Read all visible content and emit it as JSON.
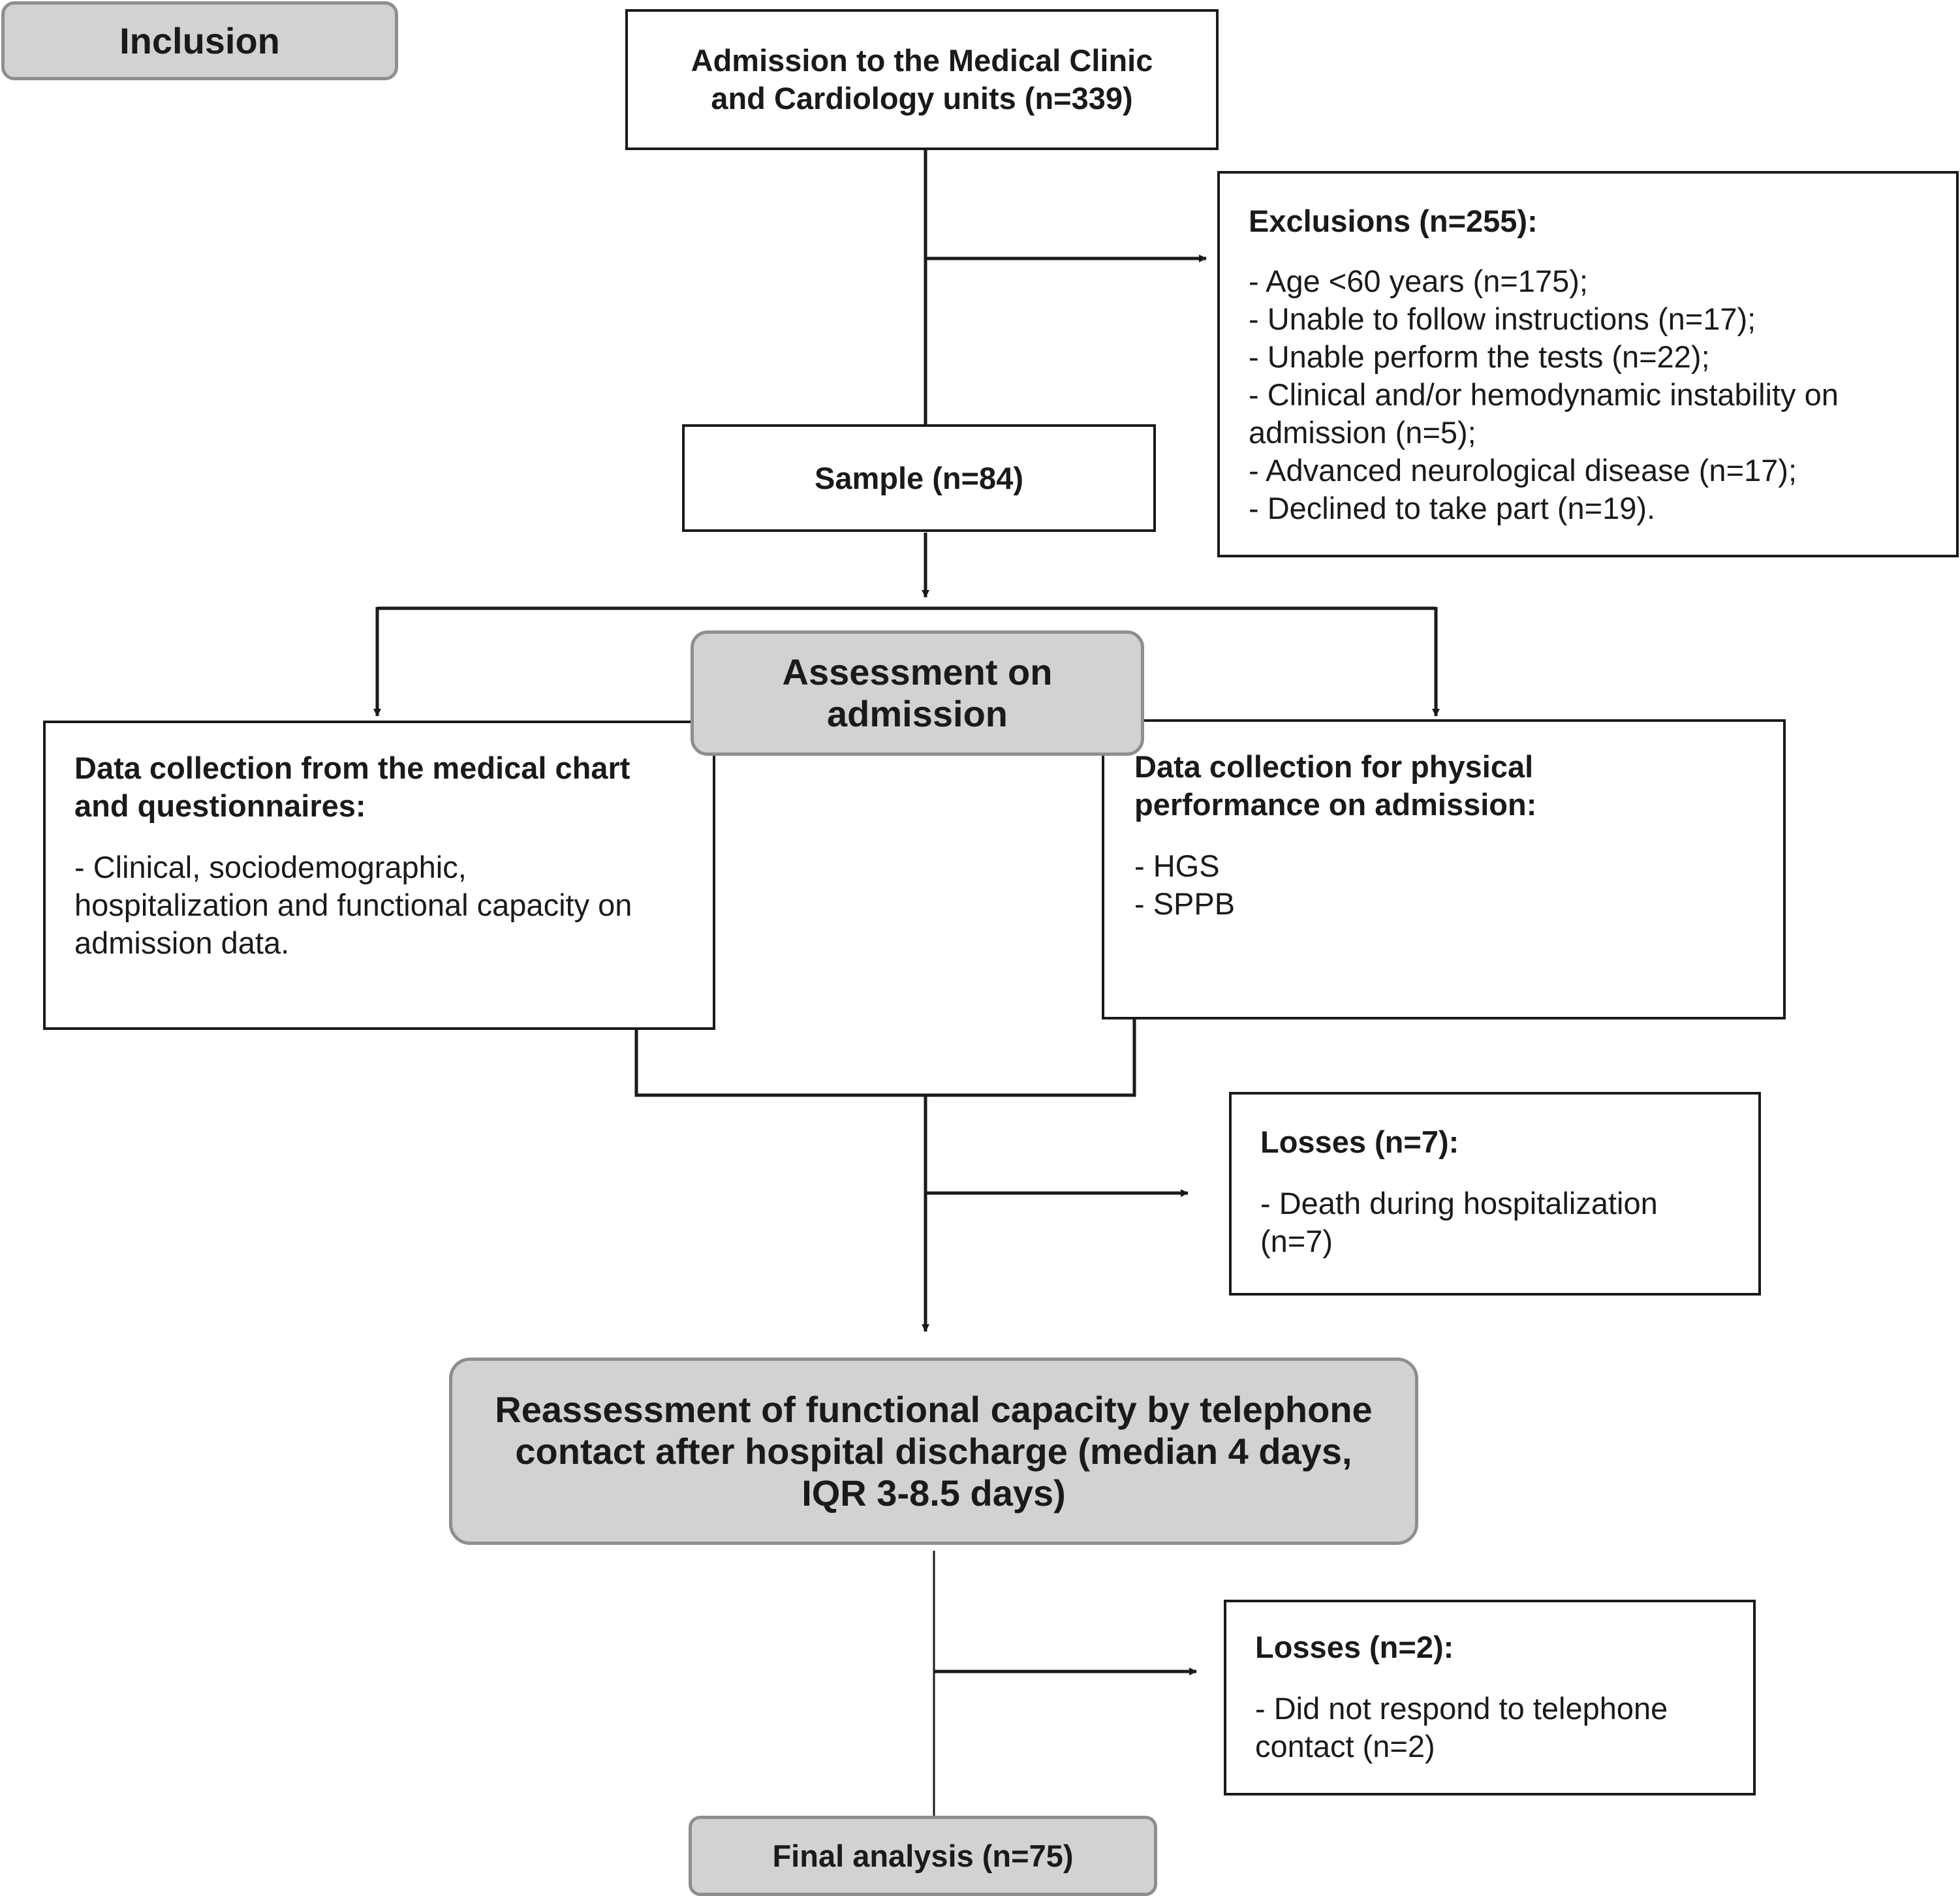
{
  "inclusion_label": "Inclusion",
  "admission_box": {
    "line1": "Admission to the Medical Clinic",
    "line2": "and Cardiology units (n=339)"
  },
  "exclusions": {
    "title": "Exclusions (n=255):",
    "items": [
      "- Age <60 years (n=175);",
      "- Unable to follow instructions (n=17);",
      "- Unable perform the tests (n=22);",
      "- Clinical and/or hemodynamic instability on",
      "admission (n=5);",
      "- Advanced neurological disease (n=17);",
      "- Declined to take part (n=19)."
    ]
  },
  "sample_box": "Sample (n=84)",
  "assessment_box": {
    "line1": "Assessment on",
    "line2": "admission"
  },
  "chart_data_box": {
    "title_line1": "Data collection from the medical chart",
    "title_line2": "and questionnaires:",
    "items": [
      "- Clinical, sociodemographic,",
      "hospitalization and functional capacity on",
      "admission data."
    ]
  },
  "physical_box": {
    "title_line1": "Data collection for physical",
    "title_line2": "performance on admission:",
    "items": [
      "- HGS",
      "- SPPB"
    ]
  },
  "losses_1": {
    "title": "Losses (n=7):",
    "items": [
      "- Death during hospitalization",
      "(n=7)"
    ]
  },
  "reassessment_box": {
    "line1": "Reassessment of functional capacity by telephone",
    "line2": "contact after hospital discharge (median 4 days,",
    "line3": "IQR 3-8.5 days)"
  },
  "losses_2": {
    "title": "Losses (n=2):",
    "items": [
      "- Did not respond to telephone",
      "contact (n=2)"
    ]
  },
  "final_box": "Final analysis (n=75)",
  "colors": {
    "line": "#1a1a1a",
    "gray_fill": "#d2d2d3",
    "gray_border": "#8e8e8e"
  }
}
